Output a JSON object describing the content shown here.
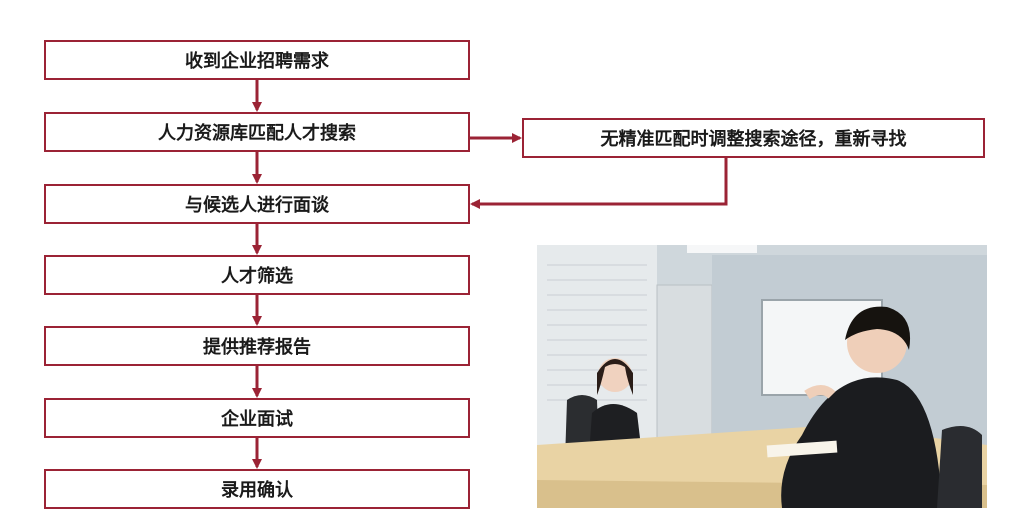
{
  "flow": {
    "steps": [
      "收到企业招聘需求",
      "人力资源库匹配人才搜索",
      "与候选人进行面谈",
      "人才筛选",
      "提供推荐报告",
      "企业面试",
      "录用确认"
    ],
    "side_step": "无精准匹配时调整搜索途径，重新寻找"
  },
  "colors": {
    "accent": "#9b2335"
  },
  "photo": {
    "subject": "interview-photo"
  }
}
